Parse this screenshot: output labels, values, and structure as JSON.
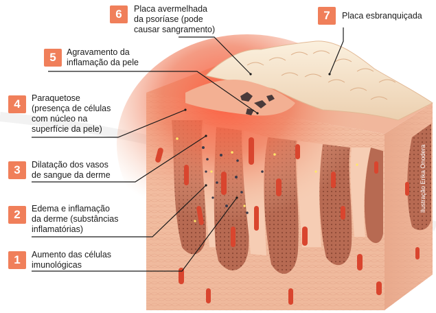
{
  "callouts": [
    {
      "number": "1",
      "lines": [
        "Aumento das células",
        "imunológicas"
      ]
    },
    {
      "number": "2",
      "lines": [
        "Edema e inflamação",
        "da derme (substâncias",
        "inflamatórias)"
      ]
    },
    {
      "number": "3",
      "lines": [
        "Dilatação dos vasos",
        "de sangue da derme"
      ]
    },
    {
      "number": "4",
      "lines": [
        "Paraquetose",
        "(presença de células",
        "com núcleo na",
        "superfície da pele)"
      ]
    },
    {
      "number": "5",
      "lines": [
        "Agravamento da",
        "inflamação da pele"
      ]
    },
    {
      "number": "6",
      "lines": [
        "Placa avermelhada",
        "da psoríase (pode",
        "causar sangramento)"
      ]
    },
    {
      "number": "7",
      "lines": [
        "Placa esbranquiçada"
      ]
    }
  ],
  "credit": "Ilustração Erika Onodera",
  "colors": {
    "badge": "#f07f5a",
    "skin": "#f3c4a8",
    "inflammation": "#e8503a",
    "vessel": "#d9452e",
    "plaque": "#f6e3c8"
  }
}
